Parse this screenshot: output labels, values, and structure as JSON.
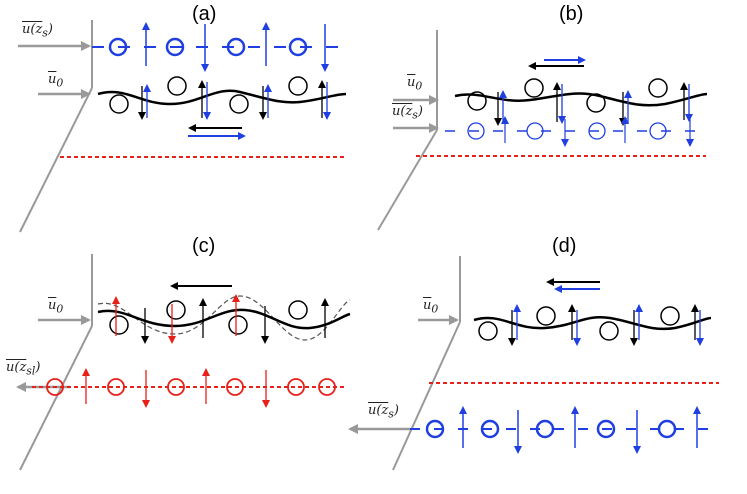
{
  "panels": [
    {
      "label": "(a)",
      "u_top": "u(z",
      "u_top_sub": "s",
      "u_top_close": ")",
      "u_mid": "u",
      "u_mid_sub": "0"
    },
    {
      "label": "(b)",
      "u_top": "u",
      "u_top_sub": "0",
      "u_mid": "u(z",
      "u_mid_sub": "s",
      "u_mid_close": ")"
    },
    {
      "label": "(c)",
      "u_top": "u",
      "u_top_sub": "0",
      "u_mid": "u(z",
      "u_mid_sub": "sl",
      "u_mid_close": ")"
    },
    {
      "label": "(d)",
      "u_top": "u",
      "u_top_sub": "0",
      "u_mid": "u(z",
      "u_mid_sub": "s",
      "u_mid_close": ")"
    }
  ],
  "colors": {
    "wave": "#000000",
    "blue": "#1f3fe0",
    "red": "#e8201a",
    "grey": "#999999"
  }
}
